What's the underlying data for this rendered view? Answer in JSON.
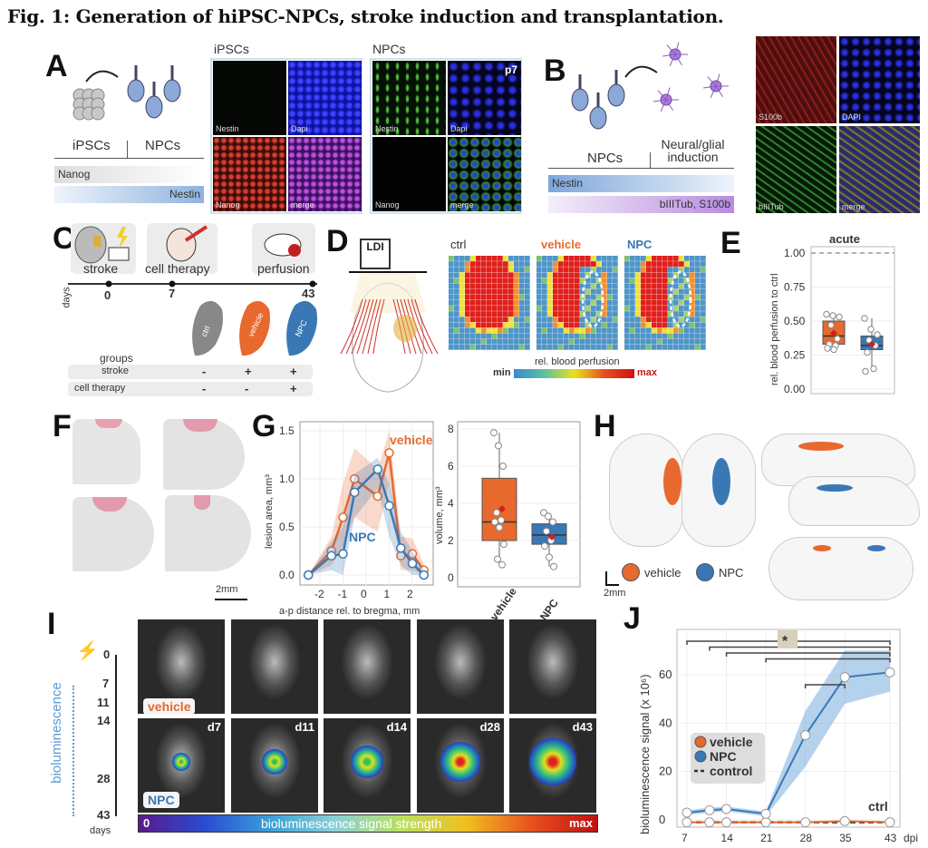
{
  "title": "Fig. 1: Generation of hiPSC-NPCs, stroke induction and transplantation.",
  "colors": {
    "vehicle": "#e8692e",
    "npc": "#3a78b5",
    "ctrl": "#888888"
  },
  "A": {
    "letter": "A",
    "left_label": "iPSCs",
    "right_label": "NPCs",
    "bar1": "Nanog",
    "bar2": "Nestin",
    "ipsc_title": "iPSCs",
    "npc_title": "NPCs",
    "passage": "p7",
    "ipsc_tiles": [
      "Nestin",
      "Dapi",
      "Nanog",
      "merge"
    ],
    "npc_tiles": [
      "Nestin",
      "Dapi",
      "Nanog",
      "merge"
    ]
  },
  "B": {
    "letter": "B",
    "left_label": "NPCs",
    "right_label": "Neural/glial induction",
    "bar1": "Nestin",
    "bar2": "bIIITub, S100b",
    "tiles": [
      "S100b",
      "DAPI",
      "bIIITub",
      "merge"
    ]
  },
  "C": {
    "letter": "C",
    "steps": [
      "stroke",
      "cell therapy",
      "perfusion"
    ],
    "days_label": "days",
    "days": [
      "0",
      "7",
      "43"
    ],
    "groups_label": "groups",
    "groups": [
      "ctrl",
      "vehicle",
      "NPC"
    ],
    "rows": [
      {
        "label": "stroke",
        "values": [
          "-",
          "+",
          "+"
        ]
      },
      {
        "label": "cell therapy",
        "values": [
          "-",
          "-",
          "+"
        ]
      }
    ]
  },
  "D": {
    "letter": "D",
    "device": "LDI",
    "maps": [
      "ctrl",
      "vehicle",
      "NPC"
    ],
    "colorbar_title": "rel. blood perfusion",
    "min": "min",
    "max": "max"
  },
  "F": {
    "letter": "F",
    "scale": "2mm"
  },
  "G": {
    "letter": "G"
  },
  "H": {
    "letter": "H",
    "legend": [
      "vehicle",
      "NPC"
    ],
    "scale": "2mm"
  },
  "I": {
    "letter": "I",
    "timeline_days": [
      "0",
      "7",
      "11",
      "14",
      "28",
      "43"
    ],
    "days_label": "days",
    "side_label": "bioluminescence",
    "row_labels": [
      "vehicle",
      "NPC"
    ],
    "day_labels": [
      "d7",
      "d11",
      "d14",
      "d28",
      "d43"
    ],
    "colorbar_min": "0",
    "colorbar_title": "bioluminescence signal strength",
    "colorbar_max": "max"
  },
  "J": {
    "letter": "J"
  },
  "chart_data": [
    {
      "id": "E",
      "type": "box",
      "title": "acute",
      "ylabel": "rel. blood perfusion to ctrl",
      "ylim": [
        0,
        1.05
      ],
      "yticks": [
        "0.00",
        "0.25",
        "0.50",
        "0.75",
        "1.00"
      ],
      "reference_line": 1.0,
      "series": [
        {
          "name": "vehicle",
          "q1": 0.33,
          "median": 0.39,
          "q3": 0.5,
          "min": 0.29,
          "max": 0.55,
          "mean": 0.41,
          "points": [
            0.55,
            0.54,
            0.53,
            0.47,
            0.37,
            0.33,
            0.32,
            0.3,
            0.29
          ]
        },
        {
          "name": "NPC",
          "q1": 0.29,
          "median": 0.32,
          "q3": 0.39,
          "min": 0.13,
          "max": 0.52,
          "mean": 0.33,
          "points": [
            0.52,
            0.44,
            0.4,
            0.36,
            0.32,
            0.27,
            0.15,
            0.13
          ]
        }
      ]
    },
    {
      "id": "G1",
      "type": "line",
      "xlabel": "a-p distance rel. to bregma, mm",
      "ylabel": "lesion area, mm³",
      "xlim": [
        -2.7,
        2.8
      ],
      "ylim": [
        0,
        1.55
      ],
      "xticks": [
        "-2",
        "-1",
        "0",
        "1",
        "2"
      ],
      "yticks": [
        "0.0",
        "0.5",
        "1.0",
        "1.5"
      ],
      "x": [
        -2.5,
        -1.5,
        -1,
        -0.5,
        0.5,
        1,
        1.5,
        2,
        2.5
      ],
      "series": [
        {
          "name": "vehicle",
          "values": [
            0,
            0.25,
            0.6,
            1.0,
            0.82,
            1.27,
            0.2,
            0.22,
            0.05
          ],
          "lower": [
            0,
            0.1,
            0.3,
            0.6,
            0.45,
            0.95,
            0.05,
            0.05,
            0
          ],
          "upper": [
            0,
            0.4,
            0.95,
            1.32,
            1.1,
            1.5,
            0.4,
            0.38,
            0.12
          ]
        },
        {
          "name": "NPC",
          "values": [
            0,
            0.2,
            0.22,
            0.86,
            1.1,
            0.72,
            0.28,
            0.12,
            0
          ],
          "lower": [
            0,
            0.05,
            0,
            0.6,
            0.9,
            0.4,
            0.1,
            0,
            0
          ],
          "upper": [
            0,
            0.35,
            0.5,
            1.05,
            1.22,
            0.95,
            0.45,
            0.25,
            0.05
          ]
        }
      ]
    },
    {
      "id": "G2",
      "type": "box",
      "ylabel": "volume, mm³",
      "ylim": [
        0,
        8.3
      ],
      "yticks": [
        "0",
        "2",
        "4",
        "6",
        "8"
      ],
      "categories": [
        "vehicle",
        "NPC"
      ],
      "series": [
        {
          "name": "vehicle",
          "q1": 2.0,
          "median": 3.0,
          "q3": 5.35,
          "min": 0.7,
          "max": 7.8,
          "mean": 3.7,
          "points": [
            7.8,
            7.1,
            6.0,
            3.5,
            3.1,
            3.0,
            2.7,
            1.8,
            1.0,
            0.7
          ]
        },
        {
          "name": "NPC",
          "q1": 1.8,
          "median": 2.3,
          "q3": 2.9,
          "min": 0.6,
          "max": 3.5,
          "mean": 2.2,
          "points": [
            3.5,
            3.3,
            3.0,
            2.5,
            2.0,
            1.7,
            1.1,
            0.6
          ]
        }
      ]
    },
    {
      "id": "J",
      "type": "line",
      "ylabel": "bioluminescence signal (x 10⁶)",
      "xlabel": "dpi",
      "ylim": [
        -3,
        75
      ],
      "xticks": [
        "7",
        "14",
        "21",
        "28",
        "35",
        "43"
      ],
      "yticks": [
        "0",
        "20",
        "40",
        "60"
      ],
      "x": [
        7,
        11,
        14,
        21,
        28,
        35,
        43
      ],
      "series": [
        {
          "name": "NPC",
          "values": [
            3,
            4,
            4.5,
            2.5,
            35,
            59,
            61
          ],
          "lower": [
            2,
            3,
            3.5,
            1.5,
            22,
            48,
            53
          ],
          "upper": [
            4,
            5,
            5.5,
            3.5,
            45,
            70,
            70
          ]
        },
        {
          "name": "vehicle",
          "values": [
            -1,
            -1,
            -1,
            -1,
            -1,
            -0.5,
            -1
          ]
        },
        {
          "name": "control",
          "values": [
            -1,
            -1,
            -1,
            -1,
            -1,
            -1,
            -1
          ],
          "dashed": true
        }
      ],
      "legend": [
        "vehicle",
        "NPC",
        "control"
      ],
      "legend_position": "center-left",
      "ctrl_label": "ctrl",
      "significance": {
        "label": "*",
        "pairs": [
          [
            7,
            43
          ],
          [
            11,
            43
          ],
          [
            14,
            43
          ],
          [
            21,
            43
          ],
          [
            28,
            35
          ]
        ]
      }
    }
  ]
}
